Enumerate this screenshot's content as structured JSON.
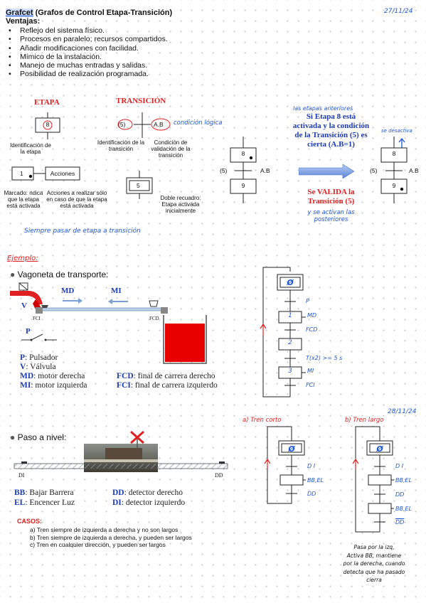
{
  "header": {
    "title_prefix": "Grafcet",
    "title_rest": " (Grafos de Control Etapa-Transición)",
    "date1": "27/11/24",
    "ventajas_label": "Ventajas:",
    "ventajas": [
      "Reflejo del sistema físico.",
      "Procesos en paralelo; recursos compartidos.",
      "Añadir modificaciones con facilidad.",
      "Mímico de la instalación.",
      "Manejo de muchas entradas y salidas.",
      "Posibilidad de realización programada."
    ]
  },
  "concepts": {
    "etapa_title": "ETAPA",
    "transicion_title": "TRANSICIÓN",
    "step_num": "8",
    "trans_num": "(5)",
    "trans_cond": "A.B",
    "condicion_note": "condición lógica",
    "ident_etapa": "Identificación de la etapa",
    "ident_trans": "Identificación de la transición",
    "cond_valid": "Condición de validación de la transición",
    "init_step": "1",
    "acciones": "Acciones",
    "marcado": "Marcado: ndica que la etapa está activada",
    "acciones_note": "Acciones a realizar sólo en caso de que la etapa está activada",
    "double_step": "5",
    "doble_note": "Doble recuadro: Etapa activada inicialmente",
    "siempre_note": "Siempre pasar de etapa a transición"
  },
  "example_left": {
    "step_top": "8",
    "step_bottom": "9",
    "trans": "(5)",
    "cond": "A.B"
  },
  "rule": {
    "note_top": "las etapas anteriores",
    "line1": "Si Etapa 8 está",
    "line2": "activada y la condición",
    "line3": "de la Transición (5) es",
    "line4": "cierta (A.B=1)",
    "se_valida1": "Se VALIDA la",
    "se_valida2": "Transición (5)",
    "note_bottom1": "y se activan las",
    "note_bottom2": "posteriores"
  },
  "example_right": {
    "note": "se desactiva",
    "step_top": "8",
    "step_bottom": "9",
    "trans": "(5)",
    "cond": "A.B"
  },
  "ejemplo": {
    "label": "Ejemplo:",
    "vagoneta_title": "Vagoneta de transporte:",
    "V": "V",
    "MD": "MD",
    "MI": "MI",
    "FCI": "FCI",
    "FCD": "FCD",
    "P": "P",
    "legend": [
      {
        "key": "P",
        "text": ": Pulsador"
      },
      {
        "key": "V",
        "text": ": Válvula"
      },
      {
        "key": "MD",
        "text": ": motor derecha"
      },
      {
        "key": "MI",
        "text": ": motor izquierda"
      }
    ],
    "legend_right": [
      {
        "key": "FCD",
        "text": ": final de carrera derecho"
      },
      {
        "key": "FCI",
        "text": ": final de carrera izquierdo"
      }
    ],
    "grafcet": {
      "init": "Ø",
      "steps": [
        "1",
        "2",
        "3"
      ],
      "actions": [
        "MD",
        "",
        "MI"
      ],
      "transitions": [
        "P",
        "FCD",
        "T(x2) >= 5 s",
        "FCI"
      ]
    }
  },
  "paso": {
    "date2": "28/11/24",
    "title": "Paso a nivel:",
    "DI": "DI",
    "DD": "DD",
    "legend_left": [
      {
        "key": "BB",
        "text": ": Bajar Barrera"
      },
      {
        "key": "EL",
        "text": ": Encencer Luz"
      }
    ],
    "legend_right": [
      {
        "key": "DD",
        "text": ": detector derecho"
      },
      {
        "key": "DI",
        "text": ": detector izquierdo"
      }
    ],
    "casos_label": "CASOS:",
    "casos": [
      "a)  Tren siempre de izquierda a derecha y no son largos",
      "b)  Tren siempre de izquierda a derecha, y pueden ser largos",
      "c)  Tren en cualquier dirección, y pueden ser largos"
    ],
    "a_label": "a) Tren corto",
    "b_label": "b) Tren largo",
    "a_grafcet": {
      "init": "Ø",
      "transitions": [
        "D I",
        "BB,EL",
        "DD"
      ]
    },
    "b_grafcet": {
      "init": "Ø",
      "transitions": [
        "D I",
        "BB,EL",
        "DD",
        "BB,EL",
        "DD"
      ]
    },
    "note_lines": [
      "Pasa por la izq,",
      "Activa BB, mantiene",
      "por la derecha, cuando",
      "detecta que ha pasado",
      "cierra"
    ]
  }
}
